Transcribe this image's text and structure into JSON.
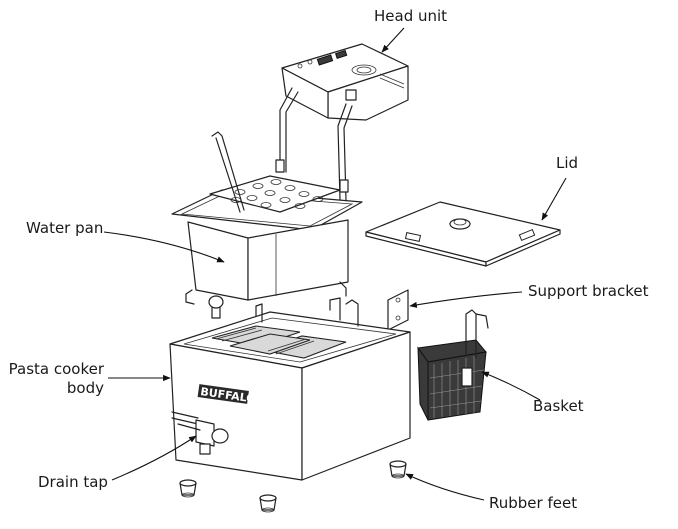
{
  "labels": {
    "head_unit": "Head unit",
    "lid": "Lid",
    "water_pan": "Water pan",
    "support_bracket": "Support bracket",
    "pasta_cooker_body_line1": "Pasta cooker",
    "pasta_cooker_body_line2": "body",
    "basket": "Basket",
    "drain_tap": "Drain tap",
    "rubber_feet": "Rubber feet"
  },
  "brand_mark": "BUFFALO"
}
